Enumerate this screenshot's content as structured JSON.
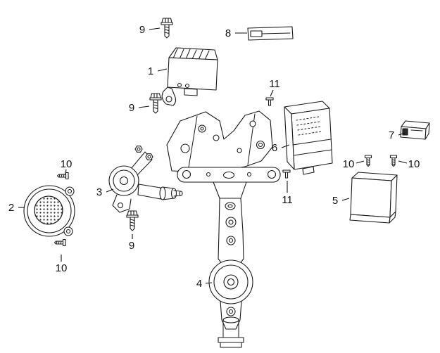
{
  "diagram": {
    "background_color": "#ffffff",
    "line_color": "#1a1a1a",
    "callouts": [
      {
        "label": "9"
      },
      {
        "label": "8"
      },
      {
        "label": "1"
      },
      {
        "label": "9"
      },
      {
        "label": "11"
      },
      {
        "label": "6"
      },
      {
        "label": "7"
      },
      {
        "label": "10"
      },
      {
        "label": "3"
      },
      {
        "label": "2"
      },
      {
        "label": "10"
      },
      {
        "label": "10"
      },
      {
        "label": "5"
      },
      {
        "label": "11"
      },
      {
        "label": "9"
      },
      {
        "label": "10"
      },
      {
        "label": "4"
      }
    ]
  }
}
